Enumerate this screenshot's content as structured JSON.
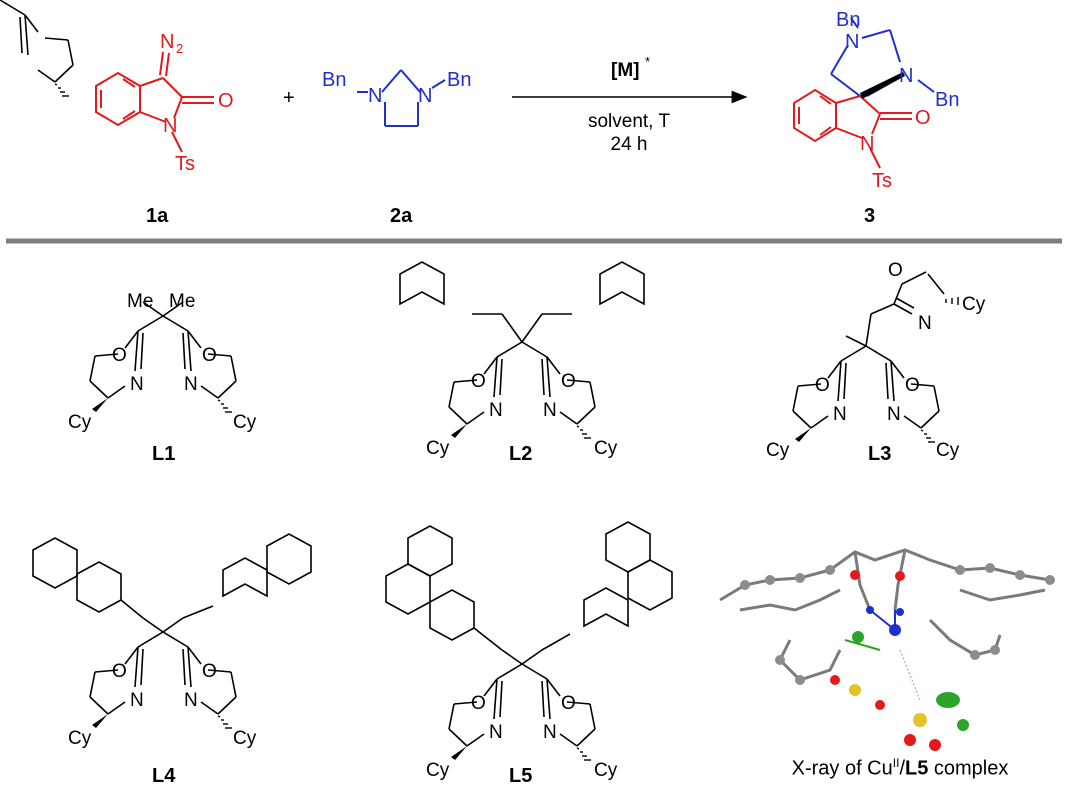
{
  "reaction": {
    "substrate_label": "1a",
    "reagent_label": "2a",
    "product_label": "3",
    "plus": "+",
    "catalyst": "[M]",
    "catalyst_sup": "*",
    "conditions_line1": "solvent, T",
    "conditions_line2": "24 h",
    "atoms": {
      "N2": "N",
      "N2_sub": "2",
      "O": "O",
      "N": "N",
      "Ts": "Ts",
      "Bn": "Bn"
    }
  },
  "ligands": {
    "atoms": {
      "O": "O",
      "N": "N",
      "Cy": "Cy",
      "Me": "Me"
    },
    "labels": [
      "L1",
      "L2",
      "L3",
      "L4",
      "L5"
    ]
  },
  "xray": {
    "caption_pre": "X-ray of Cu",
    "caption_sup": "II",
    "caption_sep": "/",
    "caption_bold": "L5",
    "caption_post": " complex"
  },
  "colors": {
    "red": "#e3191c",
    "blue": "#1f2fd0",
    "black": "#000000",
    "divider": "#7f7f7f"
  }
}
